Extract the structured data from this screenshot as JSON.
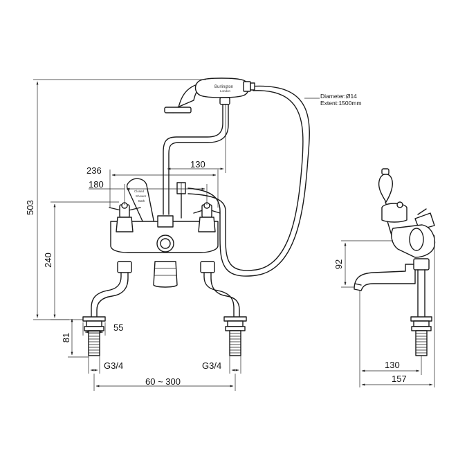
{
  "dimensions": {
    "overall_height": "503",
    "height_240": "240",
    "height_81": "81",
    "width_236": "236",
    "width_180": "180",
    "width_130_top": "130",
    "width_55": "55",
    "centres": "60 ~ 300",
    "thread_left": "G3/4",
    "thread_right": "G3/4",
    "side_height_92": "92",
    "side_130": "130",
    "side_157": "157"
  },
  "hose_note": {
    "diameter": "Diameter:Ø14",
    "extent": "Extent:1500mm"
  },
  "handset": {
    "brand": "Burlington",
    "sub": "London"
  },
  "lever": {
    "line1": "Closed",
    "line2": "Shower",
    "line3": "Bath"
  }
}
